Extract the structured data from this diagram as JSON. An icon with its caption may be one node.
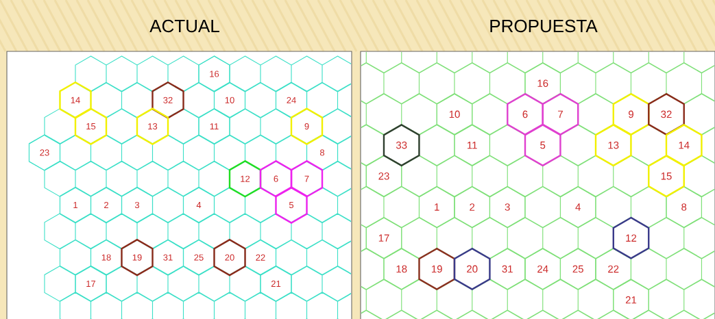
{
  "diagram": {
    "nodes": [
      {
        "text": [
          "ACTUAL"
        ]
      },
      {
        "text": [
          "PROPUESTA"
        ]
      },
      {
        "text": [
          "16"
        ],
        "in": 0
      },
      {
        "text": [
          "14"
        ],
        "in": 0
      },
      {
        "text": [
          "32"
        ],
        "in": 0
      },
      {
        "text": [
          "10"
        ],
        "in": 0
      },
      {
        "text": [
          "24"
        ],
        "in": 0
      },
      {
        "text": [
          "15"
        ],
        "in": 0
      },
      {
        "text": [
          "13"
        ],
        "in": 0
      },
      {
        "text": [
          "11"
        ],
        "in": 0
      },
      {
        "text": [
          "9"
        ],
        "in": 0
      },
      {
        "text": [
          "23"
        ],
        "in": 0
      },
      {
        "text": [
          "8"
        ],
        "in": 0
      },
      {
        "text": [
          "12"
        ],
        "in": 0
      },
      {
        "text": [
          "6"
        ],
        "in": 0
      },
      {
        "text": [
          "7"
        ],
        "in": 0
      },
      {
        "text": [
          "1"
        ],
        "in": 0
      },
      {
        "text": [
          "2"
        ],
        "in": 0
      },
      {
        "text": [
          "3"
        ],
        "in": 0
      },
      {
        "text": [
          "4"
        ],
        "in": 0
      },
      {
        "text": [
          "5"
        ],
        "in": 0
      },
      {
        "text": [
          "18"
        ],
        "in": 0
      },
      {
        "text": [
          "19"
        ],
        "in": 0
      },
      {
        "text": [
          "31"
        ],
        "in": 0
      },
      {
        "text": [
          "25"
        ],
        "in": 0
      },
      {
        "text": [
          "20"
        ],
        "in": 0
      },
      {
        "text": [
          "22"
        ],
        "in": 0
      },
      {
        "text": [
          "17"
        ],
        "in": 0
      },
      {
        "text": [
          "21"
        ],
        "in": 0
      },
      {
        "text": [
          "16"
        ],
        "in": 1
      },
      {
        "text": [
          "10"
        ],
        "in": 1
      },
      {
        "text": [
          "6"
        ],
        "in": 1
      },
      {
        "text": [
          "7"
        ],
        "in": 1
      },
      {
        "text": [
          "9"
        ],
        "in": 1
      },
      {
        "text": [
          "32"
        ],
        "in": 1
      },
      {
        "text": [
          "33"
        ],
        "in": 1
      },
      {
        "text": [
          "11"
        ],
        "in": 1
      },
      {
        "text": [
          "5"
        ],
        "in": 1
      },
      {
        "text": [
          "13"
        ],
        "in": 1
      },
      {
        "text": [
          "14"
        ],
        "in": 1
      },
      {
        "text": [
          "23"
        ],
        "in": 1
      },
      {
        "text": [
          "15"
        ],
        "in": 1
      },
      {
        "text": [
          "1"
        ],
        "in": 1
      },
      {
        "text": [
          "2"
        ],
        "in": 1
      },
      {
        "text": [
          "3"
        ],
        "in": 1
      },
      {
        "text": [
          "4"
        ],
        "in": 1
      },
      {
        "text": [
          "8"
        ],
        "in": 1
      },
      {
        "text": [
          "17"
        ],
        "in": 1
      },
      {
        "text": [
          "12"
        ],
        "in": 1
      },
      {
        "text": [
          "18"
        ],
        "in": 1
      },
      {
        "text": [
          "19"
        ],
        "in": 1
      },
      {
        "text": [
          "20"
        ],
        "in": 1
      },
      {
        "text": [
          "31"
        ],
        "in": 1
      },
      {
        "text": [
          "24"
        ],
        "in": 1
      },
      {
        "text": [
          "25"
        ],
        "in": 1
      },
      {
        "text": [
          "22"
        ],
        "in": 1
      },
      {
        "text": [
          "21"
        ],
        "in": 1
      }
    ]
  }
}
